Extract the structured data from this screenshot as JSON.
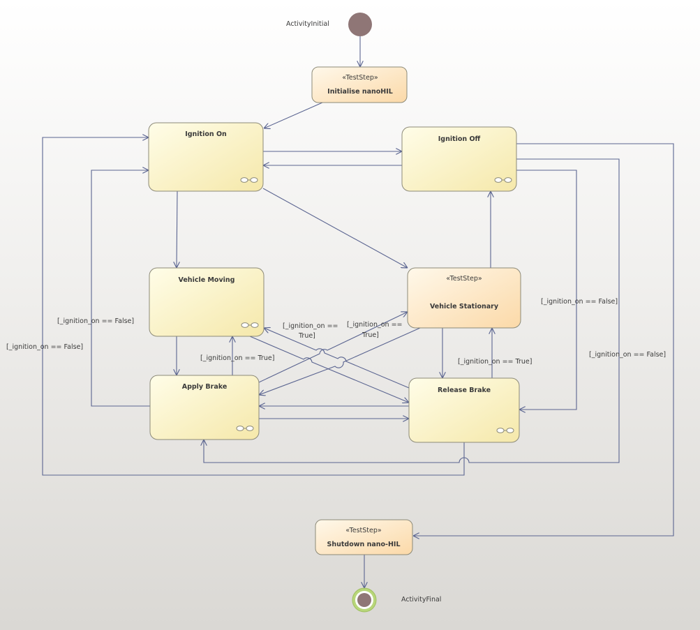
{
  "diagram": {
    "initial_label": "ActivityInitial",
    "final_label": "ActivityFinal",
    "nodes": {
      "initialise": {
        "stereotype": "«TestStep»",
        "title": "Initialise nanoHIL"
      },
      "ignition_on": {
        "title": "Ignition On"
      },
      "ignition_off": {
        "title": "Ignition Off"
      },
      "vehicle_moving": {
        "title": "Vehicle Moving"
      },
      "vehicle_stationary": {
        "stereotype": "«TestStep»",
        "title": "Vehicle Stationary"
      },
      "apply_brake": {
        "title": "Apply Brake"
      },
      "release_brake": {
        "title": "Release Brake"
      },
      "shutdown": {
        "stereotype": "«TestStep»",
        "title": "Shutdown nano-HIL"
      }
    },
    "guards": {
      "left_inner_false": "[_ignition_on == False]",
      "left_outer_false": "[_ignition_on == False]",
      "right_inner_false": "[_ignition_on == False]",
      "right_outer_false": "[_ignition_on == False]",
      "moving_apply_true": "[_ignition_on == True]",
      "release_stationary_true": "[_ignition_on == True]",
      "cross_left_line1": "[_ignition_on ==",
      "cross_left_line2": "True]",
      "cross_right_line1": "[_ignition_on ==",
      "cross_right_line2": "True]"
    }
  },
  "colors": {
    "edge": "#5a6490",
    "node_fill_top": "#fffde6",
    "node_fill_bottom": "#f5e9ae",
    "node_border": "#8c8a78",
    "teststep_fill_top": "#fff7e8",
    "teststep_fill_bottom": "#fbdcae",
    "initial_node": "#8f7676",
    "final_ring": "#b8d67a"
  }
}
